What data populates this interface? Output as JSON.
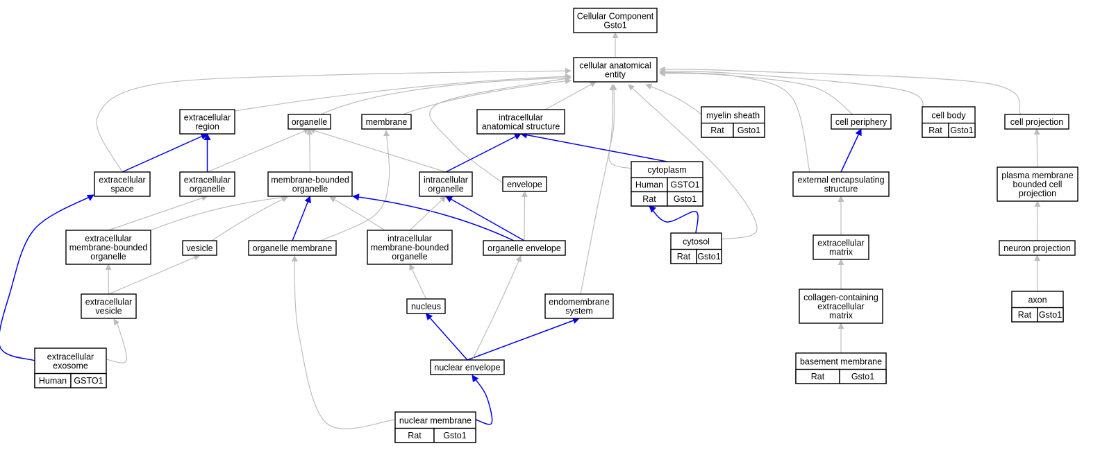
{
  "title": "Cellular Component Gsto1",
  "colors": {
    "human": "#f4634a",
    "rat": "#ffd700",
    "blue_edge": "#0000ee",
    "gray_edge": "#bdbdbd"
  },
  "nodes": [
    {
      "id": "root",
      "lines": [
        "Cellular Component",
        "Gsto1"
      ]
    },
    {
      "id": "cae",
      "lines": [
        "cellular anatomical",
        "entity"
      ]
    },
    {
      "id": "exreg",
      "lines": [
        "extracellular",
        "region"
      ]
    },
    {
      "id": "organelle",
      "lines": [
        "organelle"
      ]
    },
    {
      "id": "membrane",
      "lines": [
        "membrane"
      ]
    },
    {
      "id": "ias",
      "lines": [
        "intracellular",
        "anatomical structure"
      ]
    },
    {
      "id": "myelin",
      "lines": [
        "myelin sheath"
      ],
      "annotations": [
        [
          "Rat",
          "Gsto1"
        ]
      ]
    },
    {
      "id": "periphery",
      "lines": [
        "cell periphery"
      ]
    },
    {
      "id": "cellbody",
      "lines": [
        "cell body"
      ],
      "annotations": [
        [
          "Rat",
          "Gsto1"
        ]
      ]
    },
    {
      "id": "projection",
      "lines": [
        "cell projection"
      ]
    },
    {
      "id": "exspace",
      "lines": [
        "extracellular",
        "space"
      ]
    },
    {
      "id": "exorg",
      "lines": [
        "extracellular",
        "organelle"
      ]
    },
    {
      "id": "mbo",
      "lines": [
        "membrane-bounded",
        "organelle"
      ]
    },
    {
      "id": "intraorg",
      "lines": [
        "intracellular",
        "organelle"
      ]
    },
    {
      "id": "envelope",
      "lines": [
        "envelope"
      ]
    },
    {
      "id": "cytoplasm",
      "lines": [
        "cytoplasm"
      ],
      "annotations": [
        [
          "Human",
          "GSTO1"
        ],
        [
          "Rat",
          "Gsto1"
        ]
      ]
    },
    {
      "id": "ecs",
      "lines": [
        "external encapsulating",
        "structure"
      ]
    },
    {
      "id": "pmbcp",
      "lines": [
        "plasma membrane",
        "bounded cell",
        "projection"
      ]
    },
    {
      "id": "exmbo",
      "lines": [
        "extracellular",
        "membrane-bounded",
        "organelle"
      ]
    },
    {
      "id": "vesicle",
      "lines": [
        "vesicle"
      ]
    },
    {
      "id": "orgmem",
      "lines": [
        "organelle membrane"
      ]
    },
    {
      "id": "intrambo",
      "lines": [
        "intracellular",
        "membrane-bounded",
        "organelle"
      ]
    },
    {
      "id": "orgenv",
      "lines": [
        "organelle envelope"
      ]
    },
    {
      "id": "cytosol",
      "lines": [
        "cytosol"
      ],
      "annotations": [
        [
          "Rat",
          "Gsto1"
        ]
      ]
    },
    {
      "id": "exmatrix",
      "lines": [
        "extracellular",
        "matrix"
      ]
    },
    {
      "id": "neuronproj",
      "lines": [
        "neuron projection"
      ]
    },
    {
      "id": "exves",
      "lines": [
        "extracellular",
        "vesicle"
      ]
    },
    {
      "id": "nucleus",
      "lines": [
        "nucleus"
      ]
    },
    {
      "id": "endomem",
      "lines": [
        "endomembrane",
        "system"
      ]
    },
    {
      "id": "collagen",
      "lines": [
        "collagen-containing",
        "extracellular",
        "matrix"
      ]
    },
    {
      "id": "axon",
      "lines": [
        "axon"
      ],
      "annotations": [
        [
          "Rat",
          "Gsto1"
        ]
      ]
    },
    {
      "id": "exosome",
      "lines": [
        "extracellular",
        "exosome"
      ],
      "annotations": [
        [
          "Human",
          "GSTO1"
        ]
      ]
    },
    {
      "id": "nucenv",
      "lines": [
        "nuclear envelope"
      ]
    },
    {
      "id": "basement",
      "lines": [
        "basement membrane"
      ],
      "annotations": [
        [
          "Rat",
          "Gsto1"
        ]
      ]
    },
    {
      "id": "nucmem",
      "lines": [
        "nuclear membrane"
      ],
      "annotations": [
        [
          "Rat",
          "Gsto1"
        ]
      ]
    }
  ],
  "edges": [
    {
      "from": "cae",
      "to": "root",
      "kind": "is_a"
    },
    {
      "from": "exreg",
      "to": "cae",
      "kind": "is_a"
    },
    {
      "from": "organelle",
      "to": "cae",
      "kind": "is_a"
    },
    {
      "from": "membrane",
      "to": "cae",
      "kind": "is_a"
    },
    {
      "from": "ias",
      "to": "cae",
      "kind": "is_a"
    },
    {
      "from": "myelin",
      "to": "cae",
      "kind": "is_a"
    },
    {
      "from": "periphery",
      "to": "cae",
      "kind": "is_a"
    },
    {
      "from": "cellbody",
      "to": "cae",
      "kind": "is_a"
    },
    {
      "from": "projection",
      "to": "cae",
      "kind": "is_a"
    },
    {
      "from": "exspace",
      "to": "cae",
      "kind": "is_a"
    },
    {
      "from": "cytoplasm",
      "to": "cae",
      "kind": "is_a"
    },
    {
      "from": "envelope",
      "to": "cae",
      "kind": "is_a"
    },
    {
      "from": "endomem",
      "to": "cae",
      "kind": "is_a"
    },
    {
      "from": "cytosol",
      "to": "cae",
      "kind": "is_a"
    },
    {
      "from": "ecs",
      "to": "cae",
      "kind": "is_a"
    },
    {
      "from": "exspace",
      "to": "exreg",
      "kind": "part_of"
    },
    {
      "from": "exorg",
      "to": "exreg",
      "kind": "part_of"
    },
    {
      "from": "exorg",
      "to": "organelle",
      "kind": "is_a"
    },
    {
      "from": "mbo",
      "to": "organelle",
      "kind": "is_a"
    },
    {
      "from": "intraorg",
      "to": "organelle",
      "kind": "is_a"
    },
    {
      "from": "orgmem",
      "to": "membrane",
      "kind": "is_a"
    },
    {
      "from": "intraorg",
      "to": "ias",
      "kind": "part_of"
    },
    {
      "from": "cytoplasm",
      "to": "ias",
      "kind": "part_of"
    },
    {
      "from": "ecs",
      "to": "periphery",
      "kind": "part_of"
    },
    {
      "from": "pmbcp",
      "to": "projection",
      "kind": "is_a"
    },
    {
      "from": "exmbo",
      "to": "exorg",
      "kind": "is_a"
    },
    {
      "from": "exmbo",
      "to": "mbo",
      "kind": "is_a"
    },
    {
      "from": "vesicle",
      "to": "mbo",
      "kind": "is_a"
    },
    {
      "from": "orgmem",
      "to": "mbo",
      "kind": "part_of"
    },
    {
      "from": "intrambo",
      "to": "mbo",
      "kind": "is_a"
    },
    {
      "from": "orgenv",
      "to": "mbo",
      "kind": "part_of"
    },
    {
      "from": "intrambo",
      "to": "intraorg",
      "kind": "is_a"
    },
    {
      "from": "orgenv",
      "to": "intraorg",
      "kind": "part_of"
    },
    {
      "from": "orgenv",
      "to": "envelope",
      "kind": "is_a"
    },
    {
      "from": "cytosol",
      "to": "cytoplasm",
      "kind": "part_of"
    },
    {
      "from": "exmatrix",
      "to": "ecs",
      "kind": "is_a"
    },
    {
      "from": "neuronproj",
      "to": "pmbcp",
      "kind": "is_a"
    },
    {
      "from": "exves",
      "to": "exmbo",
      "kind": "is_a"
    },
    {
      "from": "exves",
      "to": "vesicle",
      "kind": "is_a"
    },
    {
      "from": "nucleus",
      "to": "intrambo",
      "kind": "is_a"
    },
    {
      "from": "collagen",
      "to": "exmatrix",
      "kind": "is_a"
    },
    {
      "from": "axon",
      "to": "neuronproj",
      "kind": "is_a"
    },
    {
      "from": "exosome",
      "to": "exspace",
      "kind": "part_of"
    },
    {
      "from": "exosome",
      "to": "exves",
      "kind": "is_a"
    },
    {
      "from": "nucenv",
      "to": "nucleus",
      "kind": "part_of"
    },
    {
      "from": "nucenv",
      "to": "endomem",
      "kind": "part_of"
    },
    {
      "from": "nucenv",
      "to": "orgenv",
      "kind": "is_a"
    },
    {
      "from": "basement",
      "to": "collagen",
      "kind": "is_a"
    },
    {
      "from": "nucmem",
      "to": "nucenv",
      "kind": "part_of"
    },
    {
      "from": "nucmem",
      "to": "orgmem",
      "kind": "is_a"
    }
  ]
}
